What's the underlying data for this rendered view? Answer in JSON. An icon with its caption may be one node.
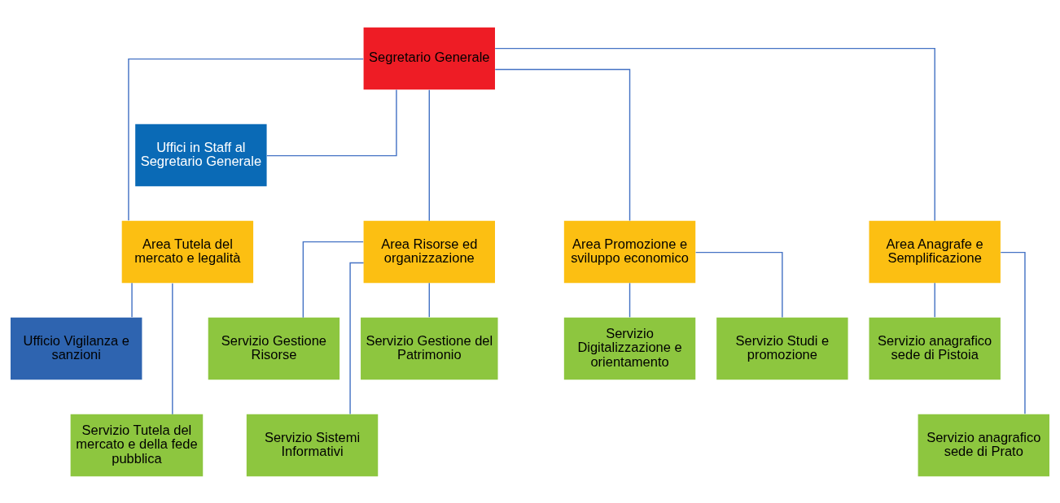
{
  "diagram": {
    "nodes": [
      {
        "text": [
          "Segretario Generale"
        ]
      },
      {
        "text": [
          "Uffici in Staff al Segretario Generale"
        ]
      },
      {
        "text": [
          "Area Risorse ed organizzazione"
        ]
      },
      {
        "text": [
          "Area Tutela del mercato e legalità"
        ]
      },
      {
        "text": [
          "Area Promozione e sviluppo economico"
        ]
      },
      {
        "text": [
          "Area Anagrafe e Semplificazione"
        ]
      },
      {
        "text": [
          "Servizio Gestione Risorse"
        ]
      },
      {
        "text": [
          "Servizio Gestione del Patrimonio"
        ]
      },
      {
        "text": [
          "Servizio Sistemi Informativi"
        ]
      },
      {
        "text": [
          "Ufficio Vigilanza e sanzioni"
        ]
      },
      {
        "text": [
          "Servizio Tutela del mercato e della fede pubblica"
        ]
      },
      {
        "text": [
          "Servizio Digitalizzazione e orientamento"
        ]
      },
      {
        "text": [
          "Servizio Studi e promozione"
        ]
      },
      {
        "text": [
          "Servizio anagrafico sede di Pistoia"
        ]
      },
      {
        "text": [
          "Servizio anagrafico sede di Prato"
        ]
      }
    ],
    "edges": [
      {
        "from": 0,
        "to": 1,
        "arrow": "none"
      },
      {
        "from": 0,
        "to": 2,
        "arrow": "none"
      },
      {
        "from": 0,
        "to": 3,
        "arrow": "none"
      },
      {
        "from": 0,
        "to": 4,
        "arrow": "none"
      },
      {
        "from": 0,
        "to": 5,
        "arrow": "none"
      },
      {
        "from": 2,
        "to": 6,
        "arrow": "none"
      },
      {
        "from": 2,
        "to": 7,
        "arrow": "none"
      },
      {
        "from": 2,
        "to": 8,
        "arrow": "none"
      },
      {
        "from": 3,
        "to": 9,
        "arrow": "none"
      },
      {
        "from": 3,
        "to": 10,
        "arrow": "none"
      },
      {
        "from": 4,
        "to": 11,
        "arrow": "none"
      },
      {
        "from": 4,
        "to": 12,
        "arrow": "none"
      },
      {
        "from": 5,
        "to": 13,
        "arrow": "none"
      },
      {
        "from": 5,
        "to": 14,
        "arrow": "none"
      }
    ]
  }
}
